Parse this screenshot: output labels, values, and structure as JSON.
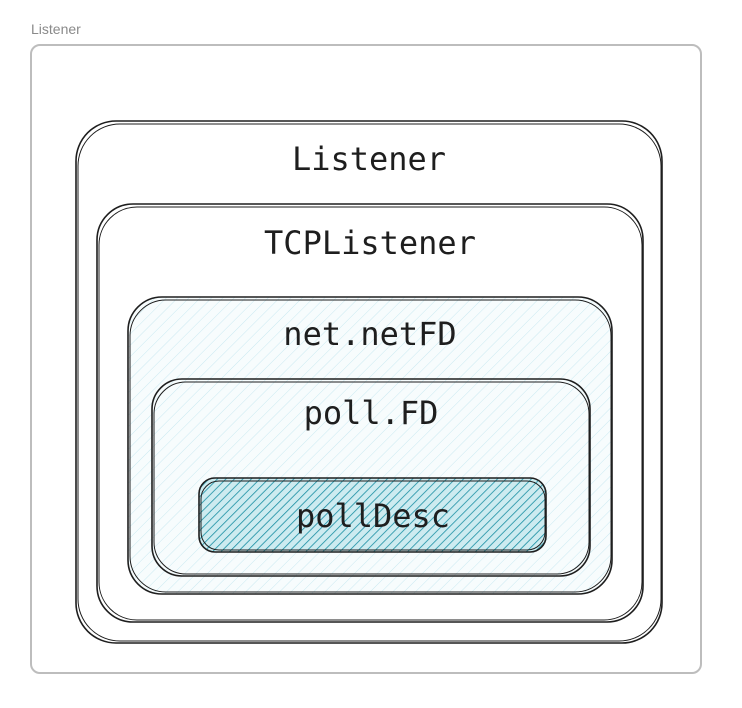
{
  "frame": {
    "label": "Listener"
  },
  "boxes": {
    "listener": {
      "label": "Listener"
    },
    "tcp_listener": {
      "label": "TCPListener"
    },
    "net_fd": {
      "label": "net.netFD"
    },
    "poll_fd": {
      "label": "poll.FD"
    },
    "poll_desc": {
      "label": "pollDesc"
    }
  },
  "colors": {
    "stroke": "#1e1e1e",
    "frame_border": "#bdbdbd",
    "light_hatch": "#a5d8e6",
    "dark_hatch": "#1a8fa3"
  }
}
